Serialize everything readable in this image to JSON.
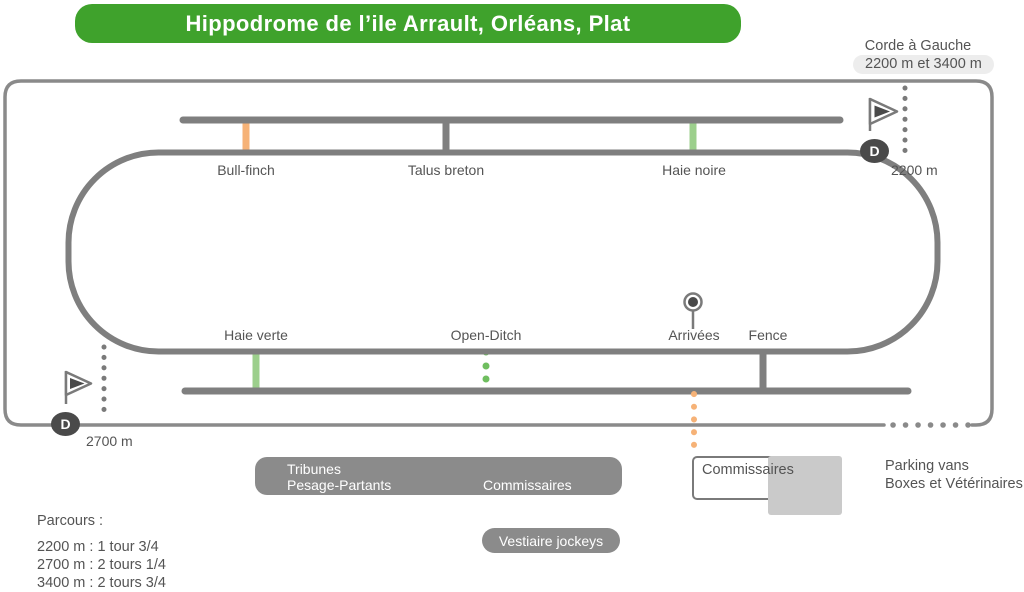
{
  "header": {
    "title": "Hippodrome de l’ile Arrault, Orléans, Plat"
  },
  "corde": {
    "title": "Corde à Gauche",
    "distances": "2200 m et 3400 m"
  },
  "starts": {
    "badge_letter": "D",
    "start_2200": "2200 m",
    "start_2700": "2700 m"
  },
  "obstacles": {
    "bull_finch": "Bull-finch",
    "talus_breton": "Talus breton",
    "haie_noire": "Haie noire",
    "haie_verte": "Haie verte",
    "open_ditch": "Open-Ditch",
    "arrivees": "Arrivées",
    "fence": "Fence"
  },
  "buildings": {
    "tribunes_line1": "Tribunes",
    "tribunes_line2": "Pesage-Partants",
    "tribunes_line3": "Commissaires",
    "commissaires_box": "Commissaires",
    "vestiaire": "Vestiaire jockeys",
    "parking_line1": "Parking vans",
    "parking_line2": "Boxes et Vétérinaires"
  },
  "parcours": {
    "title": "Parcours :",
    "lines": [
      "2200 m : 1 tour 3/4",
      "2700 m : 2 tours 1/4",
      "3400 m : 2 tours 3/4"
    ]
  },
  "icons": {
    "start_flag": "flag-icon",
    "finish_pin": "pin-icon",
    "start_badge": "d-badge"
  },
  "colors": {
    "banner_green": "#3fa22c",
    "track_gray": "#7f7f7f",
    "boundary_gray": "#8a8a8a",
    "dark_gray": "#4a4a4a",
    "obstacle_orange": "#f6b277",
    "obstacle_green": "#9ccf8c",
    "dots_green": "#6fbe5f",
    "box_gray": "#8b8b8b",
    "square_gray": "#cacaca",
    "badge_bg": "#ededed"
  }
}
